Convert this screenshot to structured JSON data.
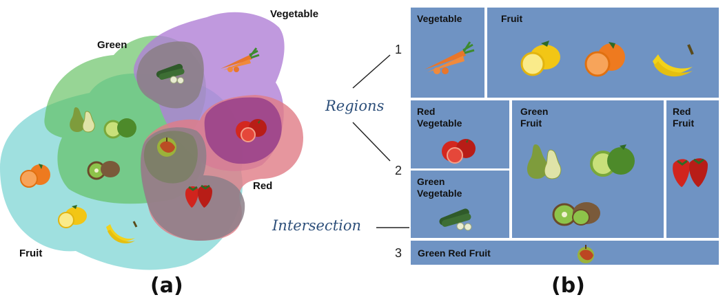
{
  "panel_a": {
    "caption": "(a)",
    "set_labels": {
      "green": "Green",
      "vegetable": "Vegetable",
      "red": "Red",
      "fruit": "Fruit"
    }
  },
  "panel_b": {
    "caption": "(b)",
    "annotations": {
      "regions": "Regions",
      "intersection": "Intersection"
    },
    "row_numbers": [
      "1",
      "2",
      "3"
    ],
    "rows": [
      {
        "number": "1",
        "cells": [
          {
            "title": "Vegetable",
            "items": [
              "carrot-icon"
            ]
          },
          {
            "title": "Fruit",
            "items": [
              "lemon-icon",
              "orange-icon",
              "banana-icon"
            ]
          }
        ]
      },
      {
        "number": "2",
        "cells": [
          {
            "title": "Red\nVegetable",
            "items": [
              "tomato-icon"
            ]
          },
          {
            "title": "Green\nVegetable",
            "items": [
              "zucchini-icon"
            ]
          },
          {
            "title": "Green\nFruit",
            "items": [
              "pear-icon",
              "lime-icon",
              "kiwi-icon"
            ]
          },
          {
            "title": "Red\nFruit",
            "items": [
              "strawberry-icon"
            ]
          }
        ]
      },
      {
        "number": "3",
        "cells": [
          {
            "title": "Green  Red Fruit",
            "items": [
              "apple-icon"
            ]
          }
        ]
      }
    ]
  },
  "colors": {
    "fruit_set": "#7fd6d4",
    "green_set": "#5fbf5c",
    "vegetable_set": "#b07fd6",
    "red_set": "#e07c86",
    "grey_region": "#8c7f88",
    "treemap_cell": "#6f93c3"
  }
}
